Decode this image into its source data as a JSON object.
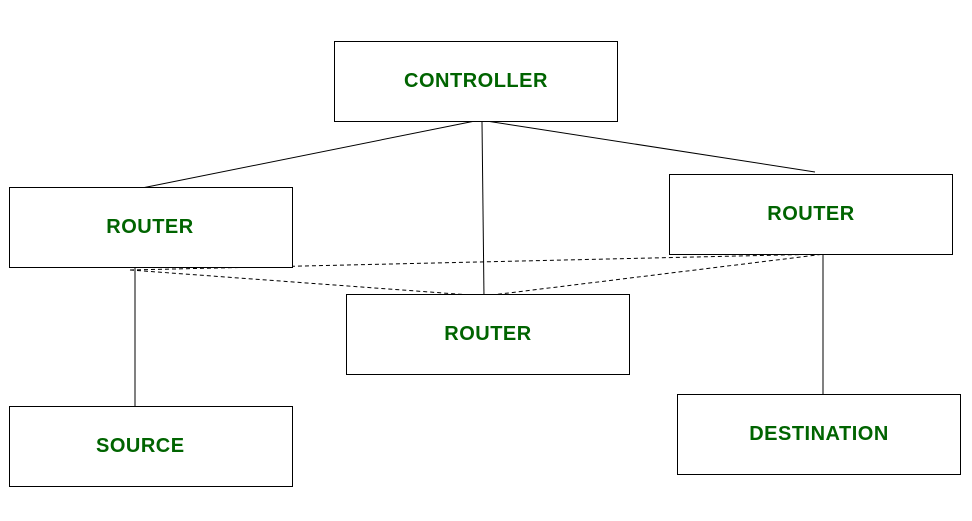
{
  "diagram": {
    "nodes": {
      "controller": "CONTROLLER",
      "router_left": "ROUTER",
      "router_right": "ROUTER",
      "router_center": "ROUTER",
      "source": "SOURCE",
      "destination": "DESTINATION"
    },
    "edges": [
      {
        "from": "controller",
        "to": "router_left",
        "style": "solid"
      },
      {
        "from": "controller",
        "to": "router_center",
        "style": "solid"
      },
      {
        "from": "controller",
        "to": "router_right",
        "style": "solid"
      },
      {
        "from": "router_left",
        "to": "router_right",
        "style": "dashed"
      },
      {
        "from": "router_left",
        "to": "router_center",
        "style": "dashed"
      },
      {
        "from": "router_center",
        "to": "router_right",
        "style": "dashed"
      },
      {
        "from": "router_left",
        "to": "source",
        "style": "solid"
      },
      {
        "from": "router_right",
        "to": "destination",
        "style": "solid"
      }
    ],
    "colors": {
      "label": "#006400",
      "border": "#000000",
      "line": "#000000",
      "background": "#ffffff"
    }
  }
}
